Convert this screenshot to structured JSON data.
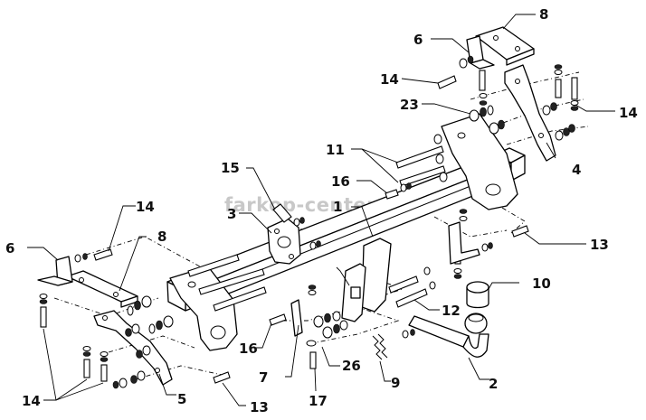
{
  "watermark": "farkop-center.ru",
  "labels": {
    "l1": "1",
    "l2": "2",
    "l3": "3",
    "l4": "4",
    "l5": "5",
    "l6a": "6",
    "l6b": "6",
    "l7": "7",
    "l8a": "8",
    "l8b": "8",
    "l9": "9",
    "l10": "10",
    "l11": "11",
    "l12": "12",
    "l13a": "13",
    "l13b": "13",
    "l14a": "14",
    "l14b": "14",
    "l14c": "14",
    "l14d": "14",
    "l15": "15",
    "l16a": "16",
    "l16b": "16",
    "l17": "17",
    "l23": "23",
    "l26": "26"
  }
}
